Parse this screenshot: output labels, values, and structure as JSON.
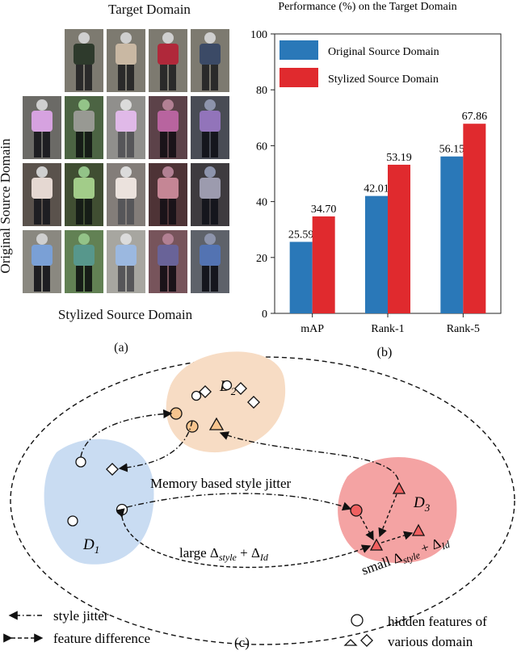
{
  "panel_a": {
    "title": "Target Domain",
    "side_label": "Original Source Domain",
    "bottom_label": "Stylized Source Domain",
    "caption": "(a)",
    "target_colors": [
      "#2e3a2c",
      "#c9b8a3",
      "#b0283a",
      "#3b4a66"
    ],
    "style_tints": [
      "none",
      "#5adf3a",
      "#ffffff",
      "#b0285a",
      "#4a5fa0"
    ],
    "rows": [
      {
        "shirt": "#d6a2e0",
        "bg": "#6b6a66"
      },
      {
        "shirt": "#e5d8d2",
        "bg": "#5a524c"
      },
      {
        "shirt": "#7aa0d6",
        "bg": "#8a8880"
      }
    ]
  },
  "chart_data": {
    "type": "bar",
    "title": "Performance (%) on the Target Domain",
    "categories": [
      "mAP",
      "Rank-1",
      "Rank-5"
    ],
    "series": [
      {
        "name": "Original Source Domain",
        "color": "#2a78b8",
        "values": [
          25.59,
          42.01,
          56.15
        ]
      },
      {
        "name": "Stylized Source Domain",
        "color": "#e02a2e",
        "values": [
          34.7,
          53.19,
          67.86
        ]
      }
    ],
    "value_labels": [
      [
        "25.59",
        "42.01",
        "56.15"
      ],
      [
        "34.70",
        "53.19",
        "67.86"
      ]
    ],
    "yticks": [
      0,
      20,
      40,
      60,
      80,
      100
    ],
    "ylim": [
      0,
      100
    ],
    "legend_position": "top-left",
    "caption": "(b)"
  },
  "panel_c": {
    "d1": "D",
    "d1_sub": "1",
    "d2": "D",
    "d2_sub": "2",
    "d3": "D",
    "d3_sub": "3",
    "memory_label": "Memory based style jitter",
    "large_prefix": "large Δ",
    "large_sub": "style",
    "large_mid": " + Δ",
    "large_sub2": "Id",
    "small_prefix": "small Δ",
    "small_sub": "style",
    "small_mid": " + Δ",
    "small_sub2": "Id",
    "legend_style_jitter": "style jitter",
    "legend_feature_diff": "feature difference",
    "legend_hidden": "hidden features of",
    "legend_various": "various domain",
    "caption": "(c)",
    "colors": {
      "d1": "#c9dcf2",
      "d2": "#f7dcc4",
      "d3": "#f4a3a3",
      "orange_node": "#f6c48e",
      "red_node": "#f06060"
    }
  }
}
